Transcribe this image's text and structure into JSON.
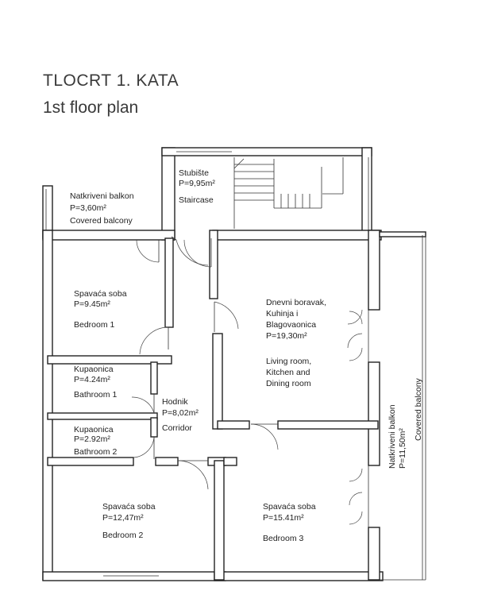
{
  "title_hr": "TLOCRT  1. KATA",
  "title_en": "1st floor plan",
  "rooms": {
    "staircase": {
      "name_hr": "Stubište",
      "area": "P=9,95m²",
      "name_en": "Staircase"
    },
    "balcony_top": {
      "name_hr": "Natkriveni balkon",
      "area": "P=3,60m²",
      "name_en": "Covered balcony"
    },
    "bedroom1": {
      "name_hr": "Spavaća soba",
      "area": "P=9.45m²",
      "name_en": "Bedroom 1"
    },
    "living": {
      "name_hr_1": "Dnevni boravak,",
      "name_hr_2": "Kuhinja i",
      "name_hr_3": "Blagovaonica",
      "area": "P=19,30m²",
      "name_en_1": "Living room,",
      "name_en_2": "Kitchen and",
      "name_en_3": "Dining room"
    },
    "bathroom1": {
      "name_hr": "Kupaonica",
      "area": "P=4.24m²",
      "name_en": "Bathroom 1"
    },
    "corridor": {
      "name_hr": "Hodnik",
      "area": "P=8,02m²",
      "name_en": "Corridor"
    },
    "bathroom2": {
      "name_hr": "Kupaonica",
      "area": "P=2.92m²",
      "name_en": "Bathroom 2"
    },
    "balcony_right": {
      "name_hr": "Natkriveni balkon",
      "area": "P=11,50m²",
      "name_en": "Covered balcony"
    },
    "bedroom2": {
      "name_hr": "Spavaća soba",
      "area": "P=12,47m²",
      "name_en": "Bedroom 2"
    },
    "bedroom3": {
      "name_hr": "Spavaća soba",
      "area": "P=15.41m²",
      "name_en": "Bedroom 3"
    }
  }
}
